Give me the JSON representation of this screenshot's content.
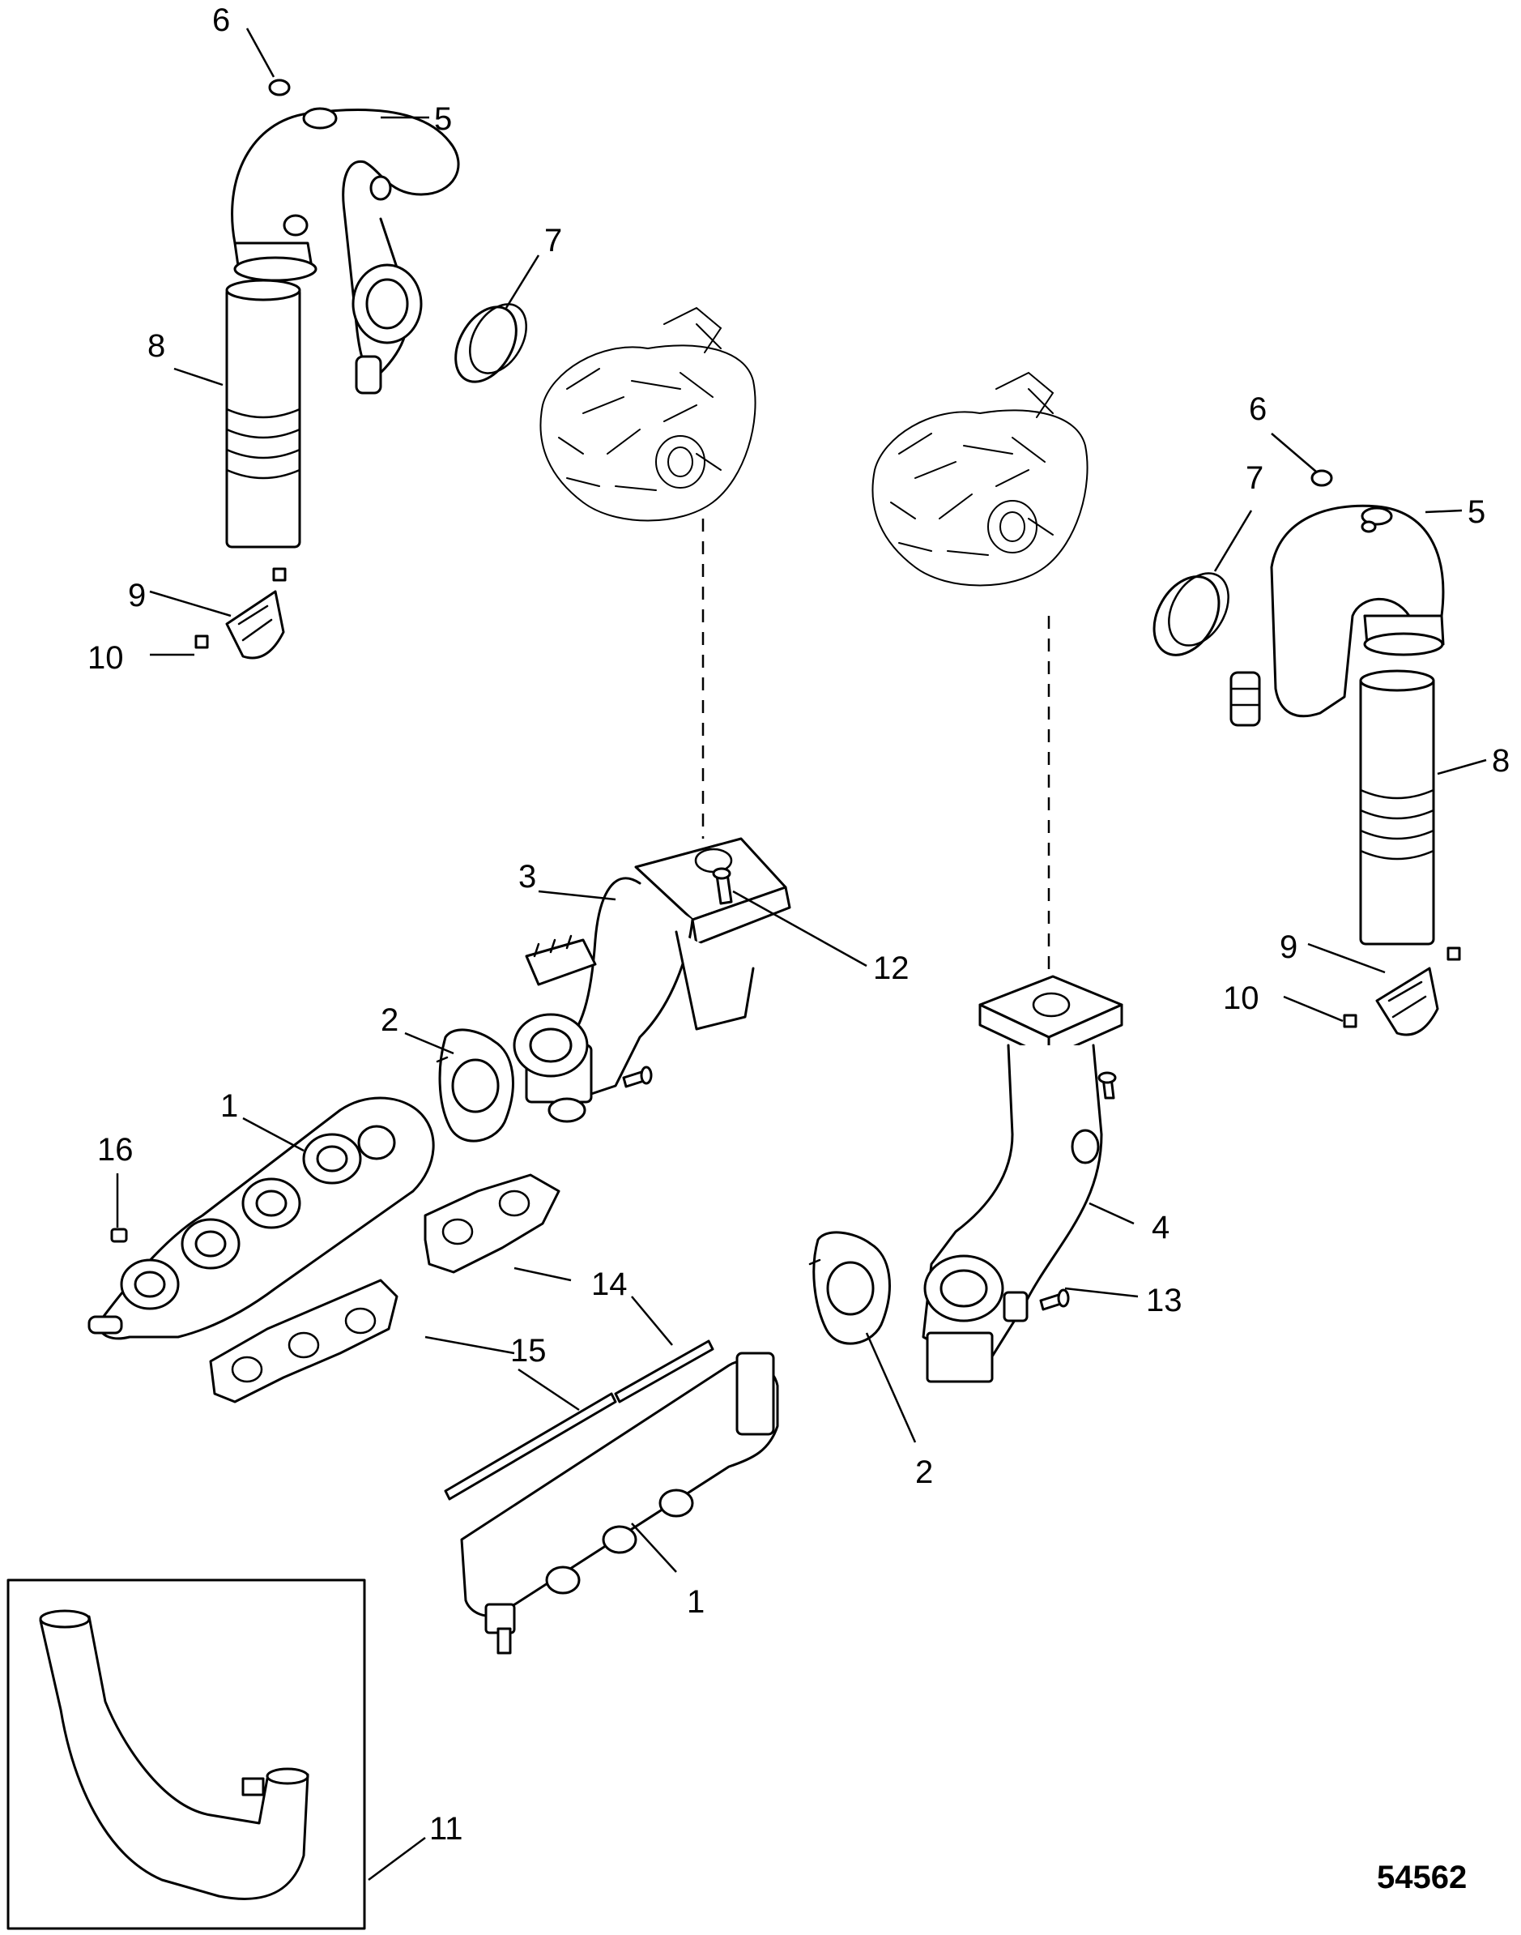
{
  "figure_number": "54562",
  "callouts": {
    "c1a": "1",
    "c1b": "1",
    "c2a": "2",
    "c2b": "2",
    "c3": "3",
    "c4": "4",
    "c5a": "5",
    "c5b": "5",
    "c6a": "6",
    "c6b": "6",
    "c7a": "7",
    "c7b": "7",
    "c8a": "8",
    "c8b": "8",
    "c9a": "9",
    "c9b": "9",
    "c10a": "10",
    "c10b": "10",
    "c11": "11",
    "c12": "12",
    "c13": "13",
    "c14": "14",
    "c15": "15",
    "c16": "16"
  }
}
